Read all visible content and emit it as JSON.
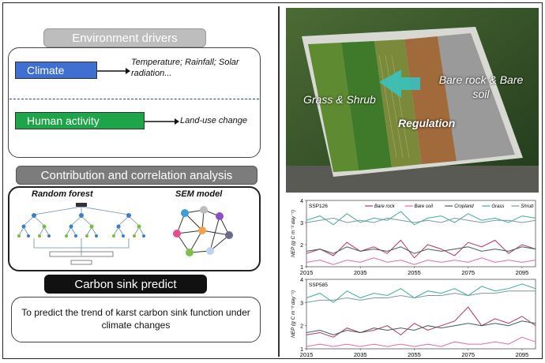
{
  "left": {
    "env_title": "Environment drivers",
    "climate_label": "Climate",
    "climate_note": "Temperature; Rainfall; Solar radiation...",
    "human_label": "Human activity",
    "human_note": "Land-use change",
    "contrib_title": "Contribution and correlation analysis",
    "rf_title": "Random forest",
    "sem_title": "SEM model",
    "carbon_title": "Carbon sink predict",
    "carbon_text": "To predict the trend of karst carbon sink function under climate changes"
  },
  "photo": {
    "grass_label": "Grass & Shrub",
    "bare_label": "Bare rock & Bare soil",
    "regulation_label": "Regulation"
  },
  "colors": {
    "climate": "#3f6fd1",
    "human": "#1ea54a",
    "bare_rock": "#b5365f",
    "bare_soil": "#e26aa6",
    "cropland": "#3f5f55",
    "grass": "#3cae9c",
    "shrub": "#7a9a9a"
  },
  "chart_data": [
    {
      "type": "line",
      "scenario": "SSP126",
      "ylabel": "NEP (g C m⁻² day⁻¹)",
      "ylim": [
        1,
        4
      ],
      "yticks": [
        1,
        2,
        3,
        4
      ],
      "xlim": [
        2015,
        2100
      ],
      "xticks": [
        2015,
        2035,
        2055,
        2075,
        2095
      ],
      "legend": [
        "Bare rock",
        "Bare soil",
        "Cropland",
        "Grass",
        "Shrub"
      ],
      "series": [
        {
          "name": "Bare rock",
          "x": [
            2015,
            2020,
            2025,
            2030,
            2035,
            2040,
            2045,
            2050,
            2055,
            2060,
            2065,
            2070,
            2075,
            2080,
            2085,
            2090,
            2095,
            2100
          ],
          "values": [
            1.6,
            1.8,
            1.5,
            2.1,
            1.7,
            1.9,
            1.6,
            2.2,
            1.4,
            2.0,
            1.8,
            1.5,
            2.1,
            1.9,
            2.2,
            1.6,
            2.0,
            1.8
          ]
        },
        {
          "name": "Bare soil",
          "x": [
            2015,
            2020,
            2025,
            2030,
            2035,
            2040,
            2045,
            2050,
            2055,
            2060,
            2065,
            2070,
            2075,
            2080,
            2085,
            2090,
            2095,
            2100
          ],
          "values": [
            1.2,
            1.3,
            1.1,
            1.3,
            1.2,
            1.4,
            1.2,
            1.3,
            1.1,
            1.3,
            1.2,
            1.3,
            1.2,
            1.4,
            1.2,
            1.3,
            1.2,
            1.3
          ]
        },
        {
          "name": "Cropland",
          "x": [
            2015,
            2020,
            2025,
            2030,
            2035,
            2040,
            2045,
            2050,
            2055,
            2060,
            2065,
            2070,
            2075,
            2080,
            2085,
            2090,
            2095,
            2100
          ],
          "values": [
            1.7,
            1.8,
            1.6,
            1.9,
            1.7,
            1.8,
            1.7,
            1.9,
            1.6,
            1.8,
            1.7,
            1.8,
            1.9,
            1.7,
            1.8,
            1.7,
            1.9,
            1.8
          ]
        },
        {
          "name": "Grass",
          "x": [
            2015,
            2020,
            2025,
            2030,
            2035,
            2040,
            2045,
            2050,
            2055,
            2060,
            2065,
            2070,
            2075,
            2080,
            2085,
            2090,
            2095,
            2100
          ],
          "values": [
            3.1,
            3.3,
            2.9,
            3.4,
            3.0,
            3.2,
            3.1,
            3.5,
            2.9,
            3.2,
            3.3,
            3.0,
            3.4,
            3.1,
            3.2,
            3.0,
            3.3,
            3.2
          ]
        },
        {
          "name": "Shrub",
          "x": [
            2015,
            2020,
            2025,
            2030,
            2035,
            2040,
            2045,
            2050,
            2055,
            2060,
            2065,
            2070,
            2075,
            2080,
            2085,
            2090,
            2095,
            2100
          ],
          "values": [
            3.0,
            3.1,
            3.2,
            3.0,
            3.1,
            3.0,
            3.2,
            3.1,
            3.0,
            3.1,
            3.0,
            3.2,
            3.1,
            3.0,
            3.1,
            3.1,
            3.0,
            3.1
          ]
        }
      ]
    },
    {
      "type": "line",
      "scenario": "SSP585",
      "ylabel": "NEP (g C m⁻² day⁻¹)",
      "ylim": [
        1,
        4
      ],
      "yticks": [
        1,
        2,
        3,
        4
      ],
      "xlim": [
        2015,
        2100
      ],
      "xticks": [
        2015,
        2035,
        2055,
        2075,
        2095
      ],
      "series": [
        {
          "name": "Bare rock",
          "x": [
            2015,
            2020,
            2025,
            2030,
            2035,
            2040,
            2045,
            2050,
            2055,
            2060,
            2065,
            2070,
            2075,
            2080,
            2085,
            2090,
            2095,
            2100
          ],
          "values": [
            1.6,
            1.7,
            1.5,
            1.9,
            1.7,
            1.8,
            2.0,
            1.6,
            2.1,
            1.8,
            2.0,
            2.2,
            2.8,
            2.0,
            2.3,
            2.1,
            2.4,
            2.0
          ]
        },
        {
          "name": "Bare soil",
          "x": [
            2015,
            2020,
            2025,
            2030,
            2035,
            2040,
            2045,
            2050,
            2055,
            2060,
            2065,
            2070,
            2075,
            2080,
            2085,
            2090,
            2095,
            2100
          ],
          "values": [
            1.1,
            1.2,
            1.1,
            1.2,
            1.1,
            1.2,
            1.1,
            1.2,
            1.1,
            1.2,
            1.1,
            1.3,
            1.2,
            1.2,
            1.3,
            1.2,
            1.5,
            1.3
          ]
        },
        {
          "name": "Cropland",
          "x": [
            2015,
            2020,
            2025,
            2030,
            2035,
            2040,
            2045,
            2050,
            2055,
            2060,
            2065,
            2070,
            2075,
            2080,
            2085,
            2090,
            2095,
            2100
          ],
          "values": [
            1.7,
            1.8,
            1.6,
            1.8,
            1.7,
            1.9,
            1.8,
            1.9,
            1.8,
            2.0,
            1.9,
            2.0,
            2.1,
            2.0,
            2.1,
            2.0,
            2.2,
            2.1
          ]
        },
        {
          "name": "Grass",
          "x": [
            2015,
            2020,
            2025,
            2030,
            2035,
            2040,
            2045,
            2050,
            2055,
            2060,
            2065,
            2070,
            2075,
            2080,
            2085,
            2090,
            2095,
            2100
          ],
          "values": [
            3.2,
            3.4,
            3.0,
            3.5,
            3.2,
            3.4,
            3.3,
            3.6,
            3.2,
            3.5,
            3.4,
            3.6,
            3.3,
            3.7,
            3.5,
            3.6,
            3.8,
            3.6
          ]
        },
        {
          "name": "Shrub",
          "x": [
            2015,
            2020,
            2025,
            2030,
            2035,
            2040,
            2045,
            2050,
            2055,
            2060,
            2065,
            2070,
            2075,
            2080,
            2085,
            2090,
            2095,
            2100
          ],
          "values": [
            3.0,
            3.1,
            3.1,
            3.2,
            3.1,
            3.2,
            3.2,
            3.3,
            3.2,
            3.3,
            3.3,
            3.4,
            3.3,
            3.4,
            3.4,
            3.5,
            3.5,
            3.5
          ]
        }
      ]
    }
  ]
}
